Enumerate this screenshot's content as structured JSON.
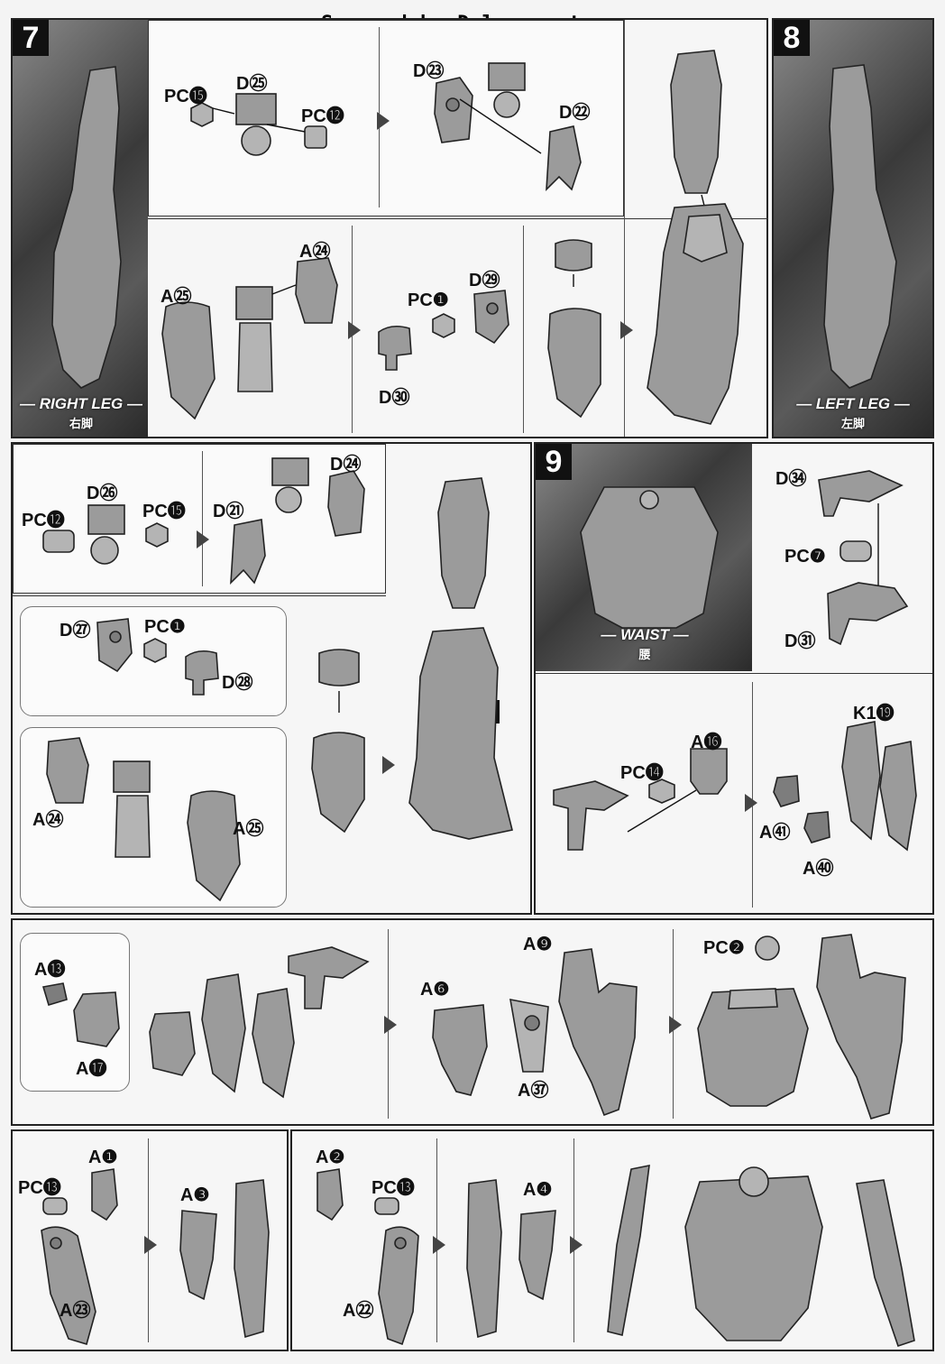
{
  "watermark": "Scanned by Dalong.net",
  "steps": {
    "s7": "7",
    "s8": "8",
    "s9": "9"
  },
  "captions": {
    "right_leg": "— RIGHT LEG —",
    "right_leg_jp": "右脚",
    "left_leg": "— LEFT LEG —",
    "left_leg_jp": "左脚",
    "waist": "— WAIST —",
    "waist_jp": "腰"
  },
  "ref": "6",
  "labels": {
    "pc15_a": "PC⓯",
    "d25": "D㉕",
    "pc12_a": "PC⓬",
    "d23": "D㉓",
    "d22": "D㉒",
    "a24_a": "A㉔",
    "a25_a": "A㉕",
    "d29": "D㉙",
    "pc1_a": "PC❶",
    "d30": "D㉚",
    "pc12_b": "PC⓬",
    "d26": "D㉖",
    "pc15_b": "PC⓯",
    "d21": "D㉑",
    "d24": "D㉔",
    "d27": "D㉗",
    "pc1_b": "PC❶",
    "d28": "D㉘",
    "a24_b": "A㉔",
    "a25_b": "A㉕",
    "d34": "D㉞",
    "pc7": "PC❼",
    "d31": "D㉛",
    "a16": "A⓰",
    "pc14": "PC⓮",
    "k119": "K1⓳",
    "a41": "A㊶",
    "a40": "A㊵",
    "a13": "A⓭",
    "a17": "A⓱",
    "a9": "A❾",
    "a6": "A❻",
    "a37": "A㊲",
    "pc2": "PC❷",
    "a1": "A❶",
    "pc13_a": "PC⓭",
    "a3": "A❸",
    "a23": "A㉓",
    "a2": "A❷",
    "pc13_b": "PC⓭",
    "a4": "A❹",
    "a22": "A㉒"
  },
  "colors": {
    "part": "#9b9b9b",
    "ink": "#111111",
    "photo": "#4a4a4a"
  }
}
